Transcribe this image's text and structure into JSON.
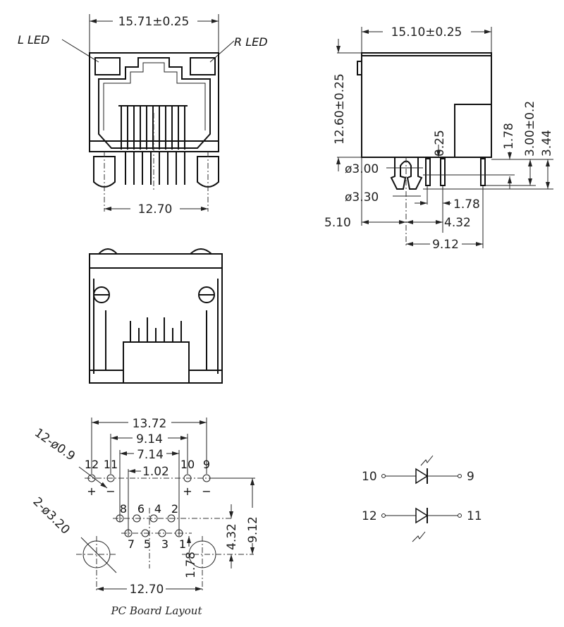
{
  "front_view": {
    "width_dim": "15.71±0.25",
    "pin_span_dim": "12.70",
    "left_led_label": "L LED",
    "right_led_label": "R LED"
  },
  "side_view": {
    "width_dim": "15.10±0.25",
    "height_dim": "12.60±0.25",
    "dim_0_25": "0.25",
    "dim_1_78_v": "1.78",
    "dim_3_00": "3.00±0.2",
    "dim_3_44": "3.44",
    "peg_dia_1": "ø3.00",
    "peg_dia_2": "ø3.30",
    "dim_1_78_h": "1.78",
    "dim_5_10": "5.10",
    "dim_4_32": "4.32",
    "dim_9_12": "9.12"
  },
  "pcb_layout": {
    "caption": "PC Board Layout",
    "dim_13_72": "13.72",
    "dim_9_14": "9.14",
    "dim_7_14": "7.14",
    "dim_1_02": "1.02",
    "dim_12_70": "12.70",
    "dim_9_12": "9.12",
    "dim_4_32": "4.32",
    "dim_1_78": "1.78",
    "small_hole_note": "12-ø0.9",
    "big_hole_note": "2-ø3.20",
    "led_pins": [
      "12",
      "11",
      "10",
      "9"
    ],
    "polarity": [
      "+",
      "−",
      "+",
      "−"
    ],
    "top_row_pins": [
      "8",
      "6",
      "4",
      "2"
    ],
    "bottom_row_pins": [
      "7",
      "5",
      "3",
      "1"
    ]
  },
  "led_schematic": {
    "led1": {
      "left_pin": "10",
      "right_pin": "9"
    },
    "led2": {
      "left_pin": "12",
      "right_pin": "11"
    }
  }
}
